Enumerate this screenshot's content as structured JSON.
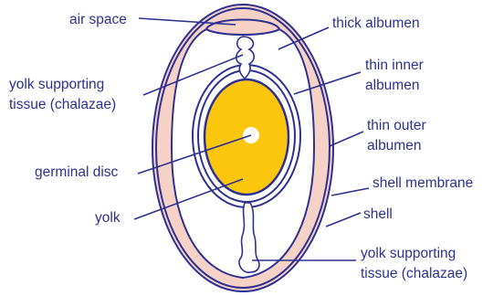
{
  "labels": {
    "air_space": "air space",
    "thick_albumen": "thick albumen",
    "thin_inner_albumen_1": "thin inner",
    "thin_inner_albumen_2": "albumen",
    "yolk_support_top_1": "yolk supporting",
    "yolk_support_top_2": "tissue (chalazae)",
    "thin_outer_albumen_1": "thin outer",
    "thin_outer_albumen_2": "albumen",
    "germinal_disc": "germinal disc",
    "shell_membrane": "shell membrane",
    "yolk": "yolk",
    "shell": "shell",
    "yolk_support_bottom_1": "yolk supporting",
    "yolk_support_bottom_2": "tissue (chalazae)"
  },
  "colors": {
    "outline": "#2e3192",
    "yolk": "#fcc60c",
    "shell_band": "#f6d1c5",
    "germinal_disc": "#ffffff",
    "background": "#ffffff"
  }
}
